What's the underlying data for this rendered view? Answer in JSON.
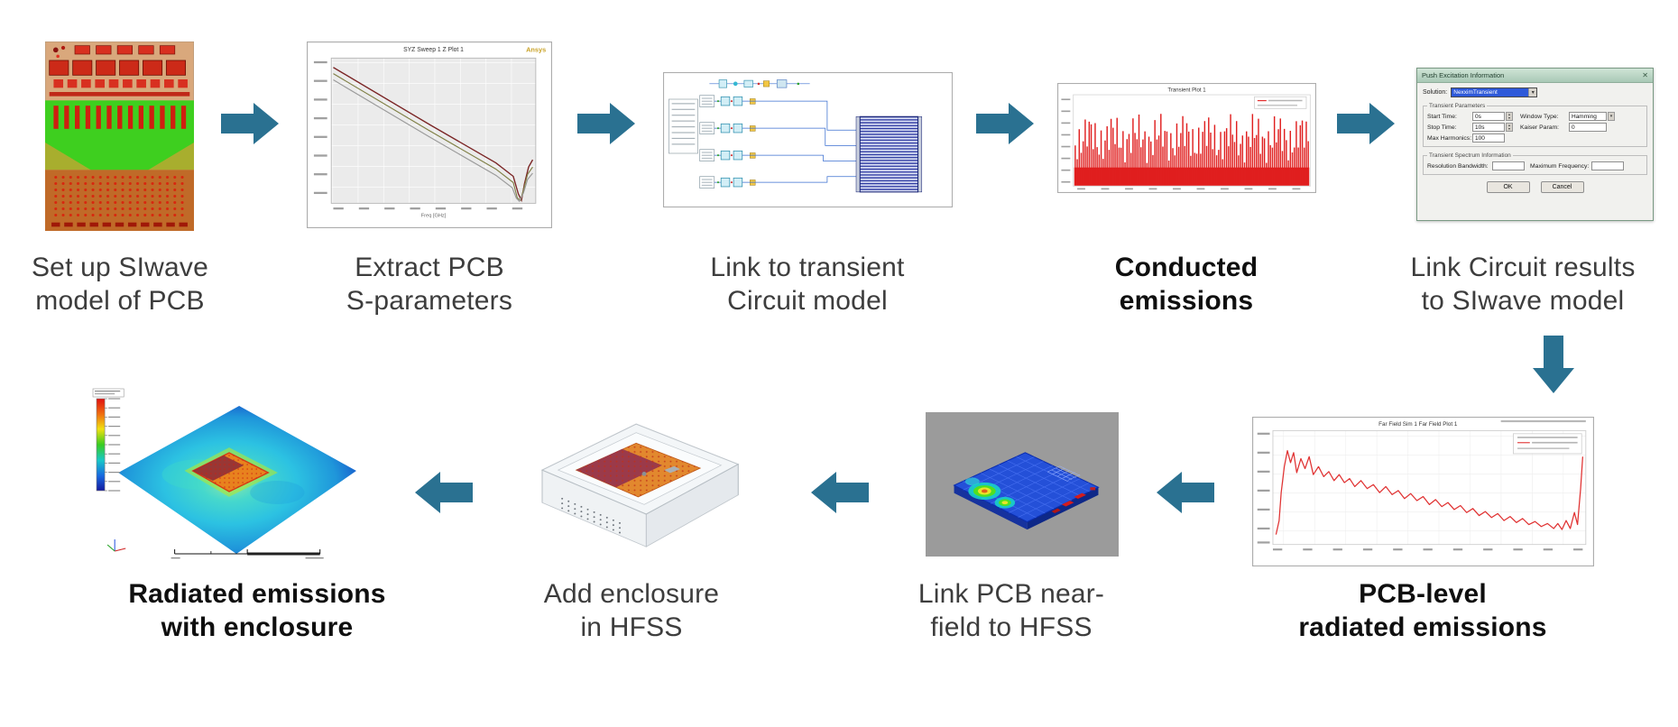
{
  "colors": {
    "arrow": "#2a7191",
    "label": "#3d3d3d",
    "label_emphasis": "#0f0f0f"
  },
  "steps": [
    {
      "id": "setup-siwave",
      "label": "Set up SIwave\nmodel of PCB",
      "emphasis": false
    },
    {
      "id": "extract-sparameters",
      "label": "Extract PCB\nS-parameters",
      "emphasis": false,
      "plot": {
        "title": "SYZ Sweep 1 Z Plot 1",
        "watermark": "Ansys",
        "xlabel": "Freq [GHz]"
      }
    },
    {
      "id": "link-transient-circuit",
      "label": "Link to transient\nCircuit model",
      "emphasis": false
    },
    {
      "id": "conducted-emissions",
      "label": "Conducted\nemissions",
      "emphasis": true,
      "plot": {
        "title": "Transient Plot 1"
      }
    },
    {
      "id": "link-circuit-to-siwave",
      "label": "Link Circuit results\nto SIwave model",
      "emphasis": false,
      "dialog": {
        "title": "Push Excitation Information",
        "close": "✕",
        "solution_label": "Solution:",
        "solution_value": "NexximTransient",
        "group1": "Transient Parameters",
        "start_time_label": "Start Time:",
        "start_time_value": "0s",
        "window_type_label": "Window Type:",
        "window_type_value": "Hamming",
        "stop_time_label": "Stop Time:",
        "stop_time_value": "10s",
        "kaiser_label": "Kaiser Param:",
        "kaiser_value": "0",
        "max_harmonics_label": "Max Harmonics:",
        "max_harmonics_value": "100",
        "group2": "Transient Spectrum Information",
        "resolution_bandwidth_label": "Resolution Bandwidth:",
        "maximum_frequency_label": "Maximum Frequency:",
        "ok": "OK",
        "cancel": "Cancel"
      }
    },
    {
      "id": "pcb-radiated-emissions",
      "label": "PCB-level\nradiated emissions",
      "emphasis": true,
      "plot": {
        "title": "Far Field Sim 1 Far Field Plot 1"
      }
    },
    {
      "id": "link-nearfield-hfss",
      "label": "Link PCB near-\nfield to HFSS",
      "emphasis": false
    },
    {
      "id": "add-enclosure-hfss",
      "label": "Add enclosure\nin HFSS",
      "emphasis": false
    },
    {
      "id": "radiated-with-enclosure",
      "label": "Radiated emissions\nwith enclosure",
      "emphasis": true
    }
  ]
}
